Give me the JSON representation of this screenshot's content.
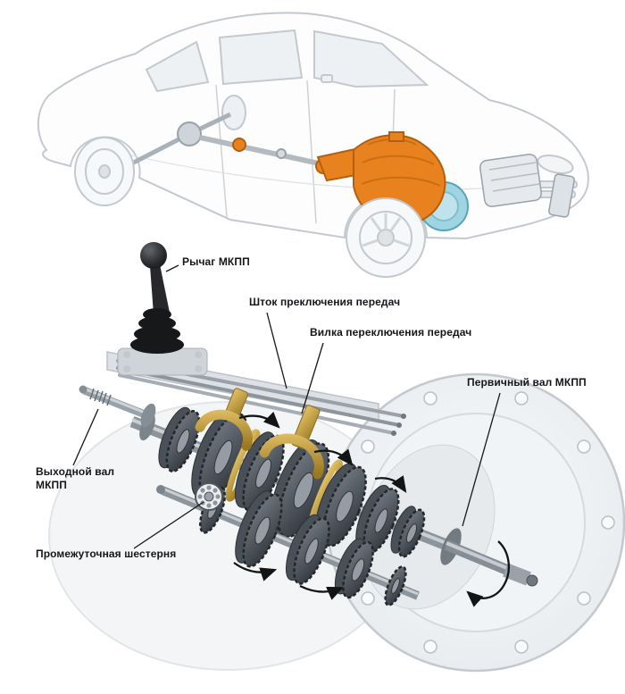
{
  "page": {
    "background": "#ffffff"
  },
  "colors": {
    "accent_orange": "#E8821E",
    "clutch_teal": "#9FD4E2",
    "brass": "#C9A13B",
    "outline_gray": "#C3C9CF",
    "gear_dark": "#3A4046",
    "label_text": "#15161A"
  },
  "labels": {
    "lever": "Рычаг МКПП",
    "shift_rod": "Шток преключения передач",
    "shift_fork": "Вилка переключения передач",
    "input_shaft": "Первичный вал МКПП",
    "output_shaft": "Выходной вал\nМКПП",
    "intermediate_gear": "Промежуточная шестерня"
  }
}
